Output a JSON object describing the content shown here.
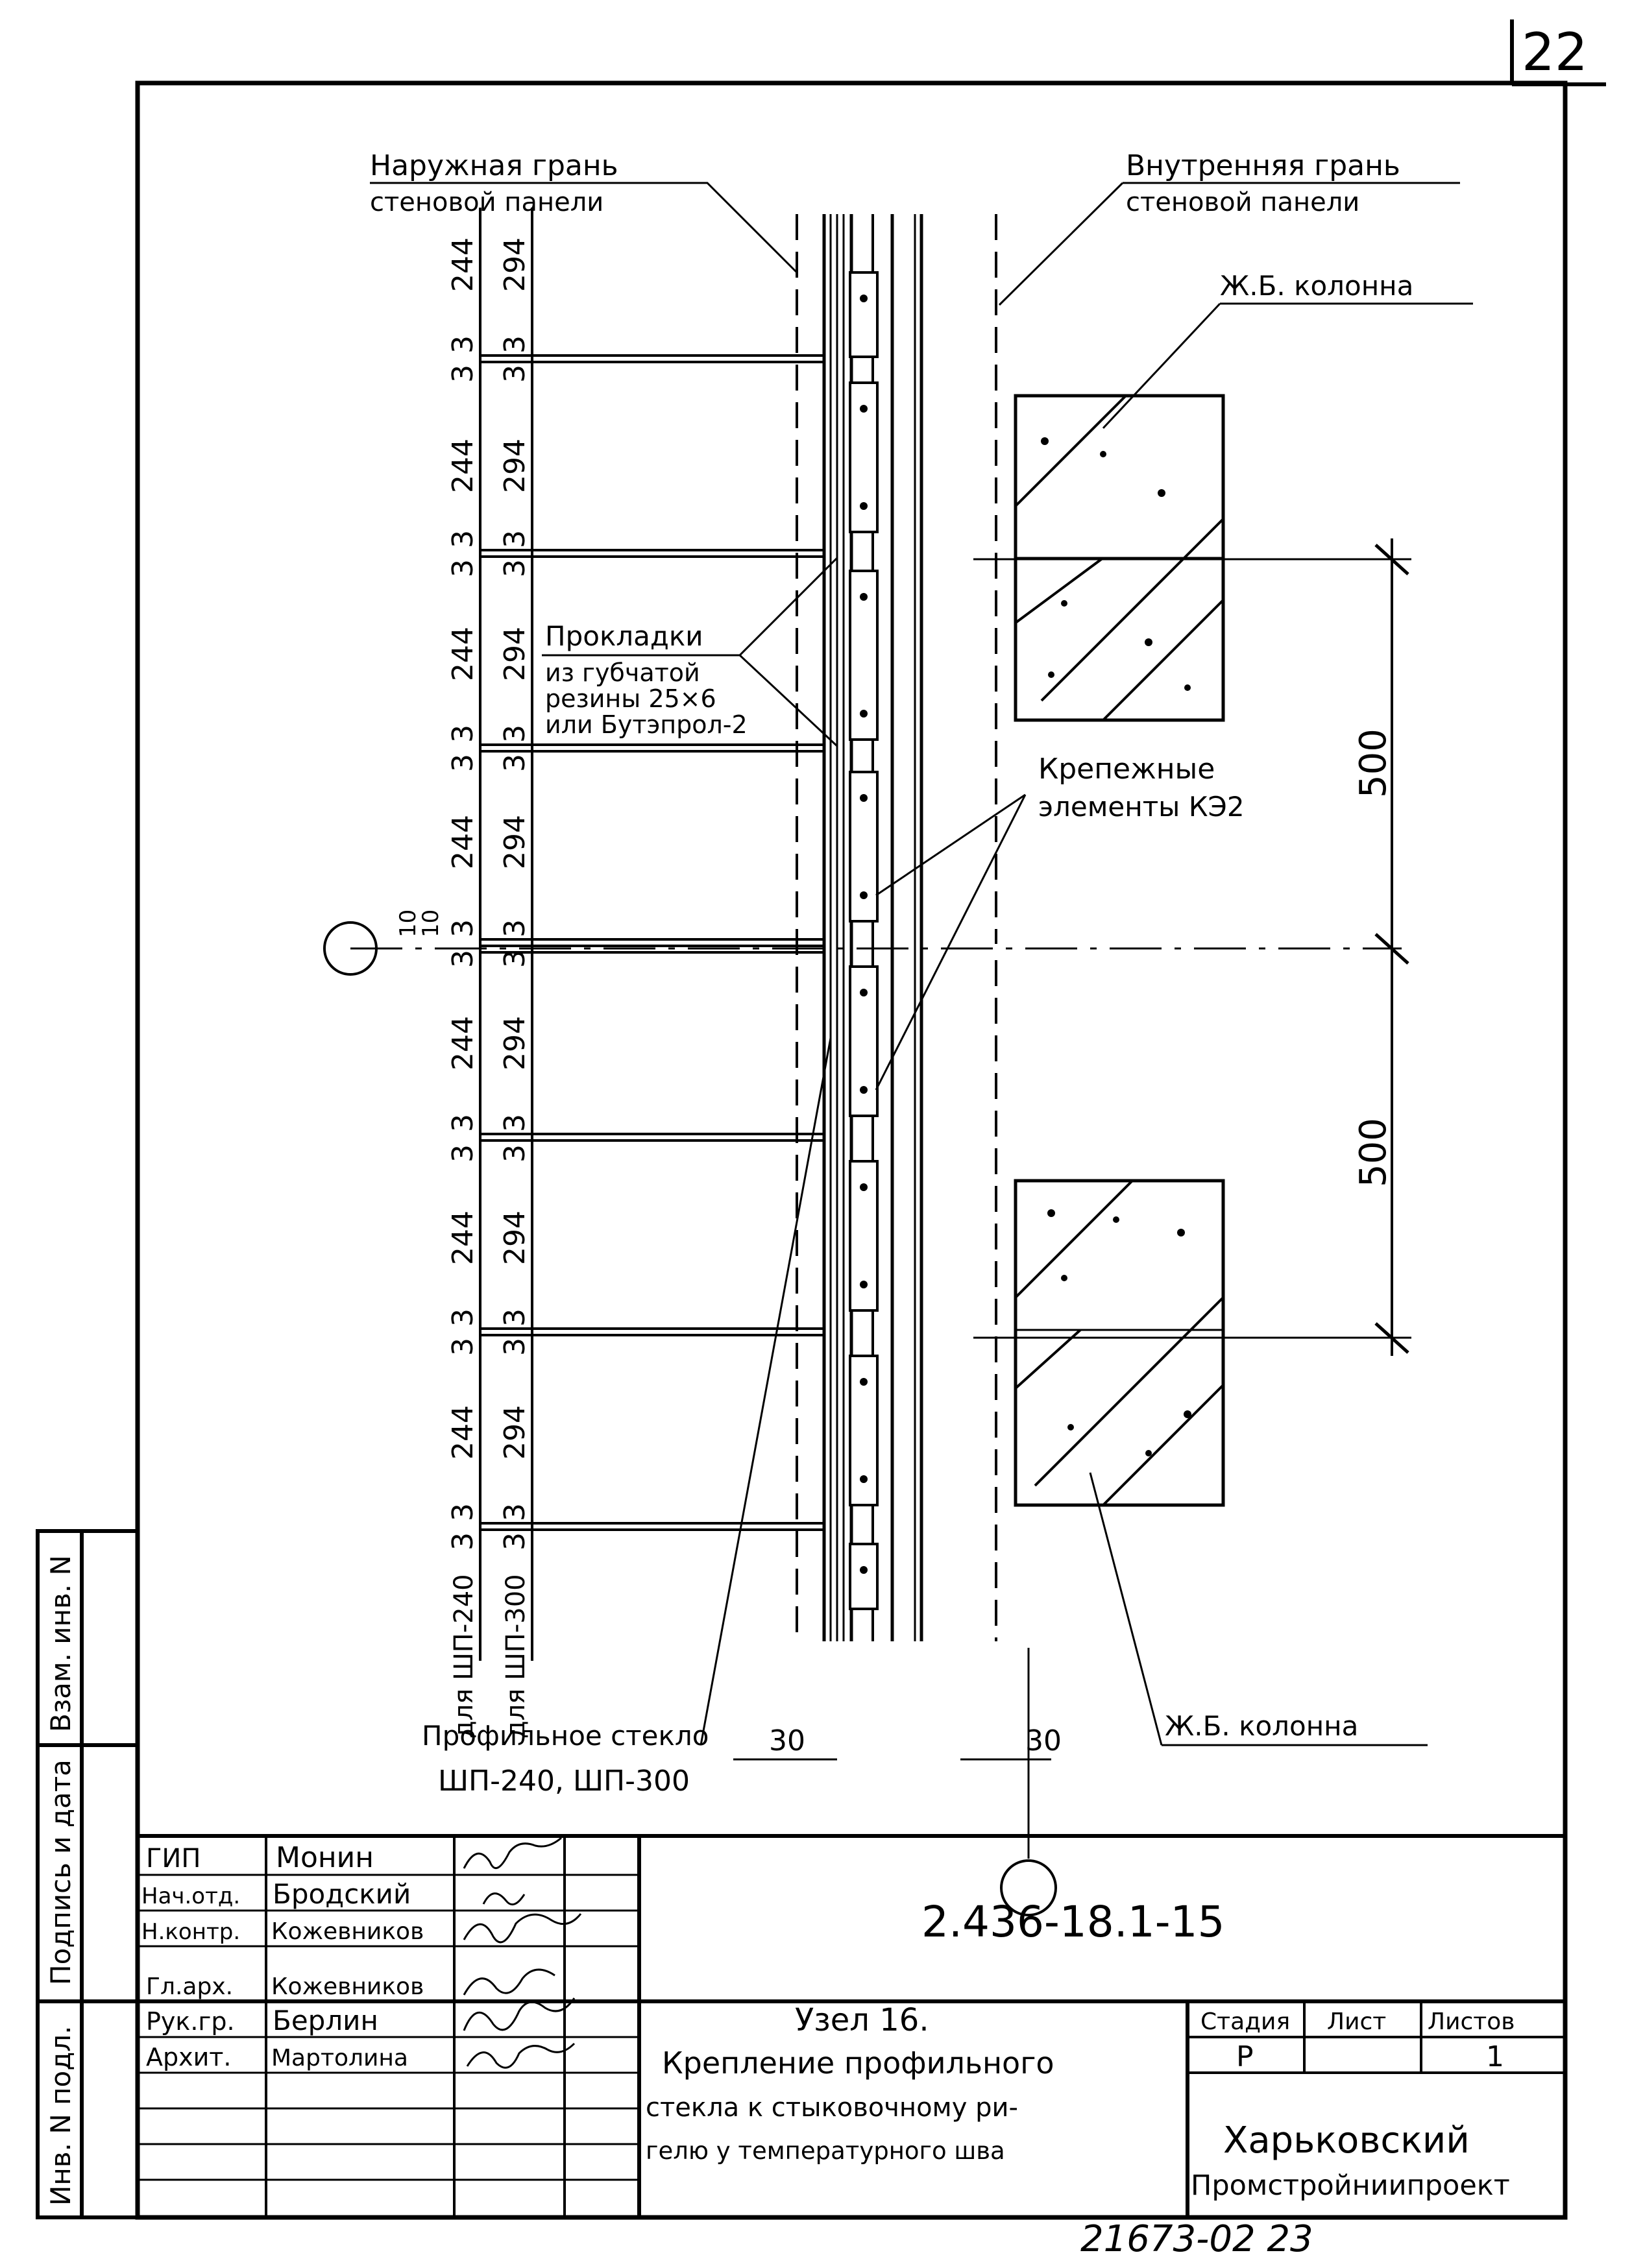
{
  "sheet_number": "22",
  "callouts": {
    "outer_face": [
      "Наружная грань",
      "стеновой панели"
    ],
    "inner_face": [
      "Внутренняя грань",
      "стеновой панели"
    ],
    "column_top": "Ж.Б. колонна",
    "column_bottom": "Ж.Б. колонна",
    "gaskets": [
      "Прокладки",
      "из губчатой",
      "резины 25×6",
      "или Бутэпрол-2"
    ],
    "fasteners": [
      "Крепежные",
      "элементы КЭ2"
    ],
    "profile_glass": [
      "Профильное стекло",
      "ШП-240, ШП-300"
    ]
  },
  "dimensions": {
    "col_240": [
      "244",
      "3",
      "3",
      "244",
      "3",
      "3",
      "244",
      "3",
      "3",
      "244",
      "3",
      "10",
      "10",
      "3",
      "244",
      "3",
      "3",
      "244",
      "3",
      "3",
      "244",
      "3",
      "3"
    ],
    "col_300": [
      "294",
      "3",
      "3",
      "294",
      "3",
      "3",
      "294",
      "3",
      "3",
      "294",
      "3",
      "3",
      "294",
      "3",
      "3",
      "294",
      "3",
      "3",
      "294",
      "3",
      "3"
    ],
    "col_240_label": "для ШП-240",
    "col_300_label": "для ШП-300",
    "right_upper": "500",
    "right_lower": "500",
    "bottom_left": "30",
    "bottom_right": "30"
  },
  "title_block": {
    "staff": [
      {
        "role": "ГИП",
        "name": "Монин"
      },
      {
        "role": "Нач.отд.",
        "name": "Бродский"
      },
      {
        "role": "Н.контр.",
        "name": "Кожевников"
      },
      {
        "role": "Гл.арх.",
        "name": "Кожевников"
      },
      {
        "role": "Рук.гр.",
        "name": "Берлин"
      },
      {
        "role": "Архит.",
        "name": "Мартолина"
      }
    ],
    "doc_code": "2.436-18.1-15",
    "drawing_title": [
      "Узел 16.",
      "Крепление профильного",
      "стекла к стыковочному ри-",
      "гелю у температурного шва"
    ],
    "stage_header": "Стадия",
    "sheet_header": "Лист",
    "sheets_header": "Листов",
    "stage": "Р",
    "sheet": "",
    "sheets": "1",
    "organization": [
      "Харьковский",
      "Промстройниипроект"
    ]
  },
  "side_stamp": [
    "Инв. N подл.",
    "Подпись и дата",
    "Взам. инв. N"
  ],
  "bottom_code": "21673-02 23"
}
